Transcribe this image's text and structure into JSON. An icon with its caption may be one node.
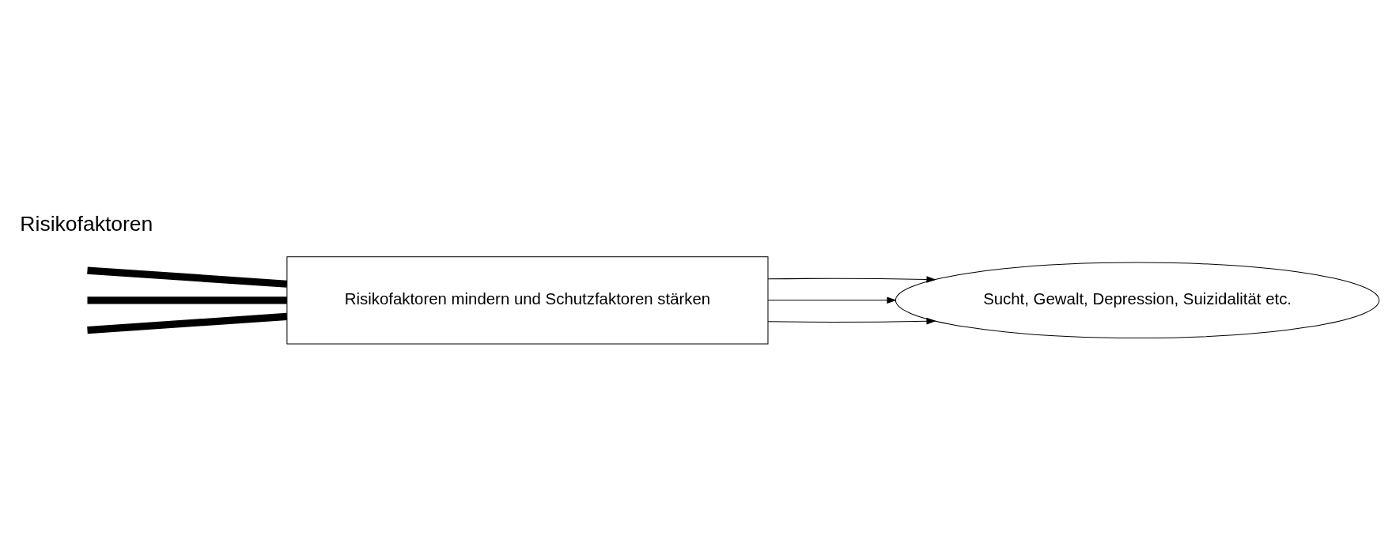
{
  "diagram": {
    "nodes": [
      {
        "text": [
          "Risikofaktoren mindern und Schutzfaktoren stärken"
        ]
      },
      {
        "text": [
          "Sucht, Gewalt, Depression, Suizidalität etc."
        ]
      }
    ],
    "edges": [
      {
        "from": null,
        "to": 0,
        "arrow": "none",
        "style": "thick"
      },
      {
        "from": null,
        "to": 0,
        "arrow": "none",
        "style": "thick"
      },
      {
        "from": null,
        "to": 0,
        "arrow": "none",
        "style": "thick"
      },
      {
        "from": 0,
        "to": 1,
        "arrow": "to"
      },
      {
        "from": 0,
        "to": 1,
        "arrow": "to"
      },
      {
        "from": 0,
        "to": 1,
        "arrow": "to"
      }
    ],
    "labels": [
      "Risikofaktoren"
    ]
  }
}
